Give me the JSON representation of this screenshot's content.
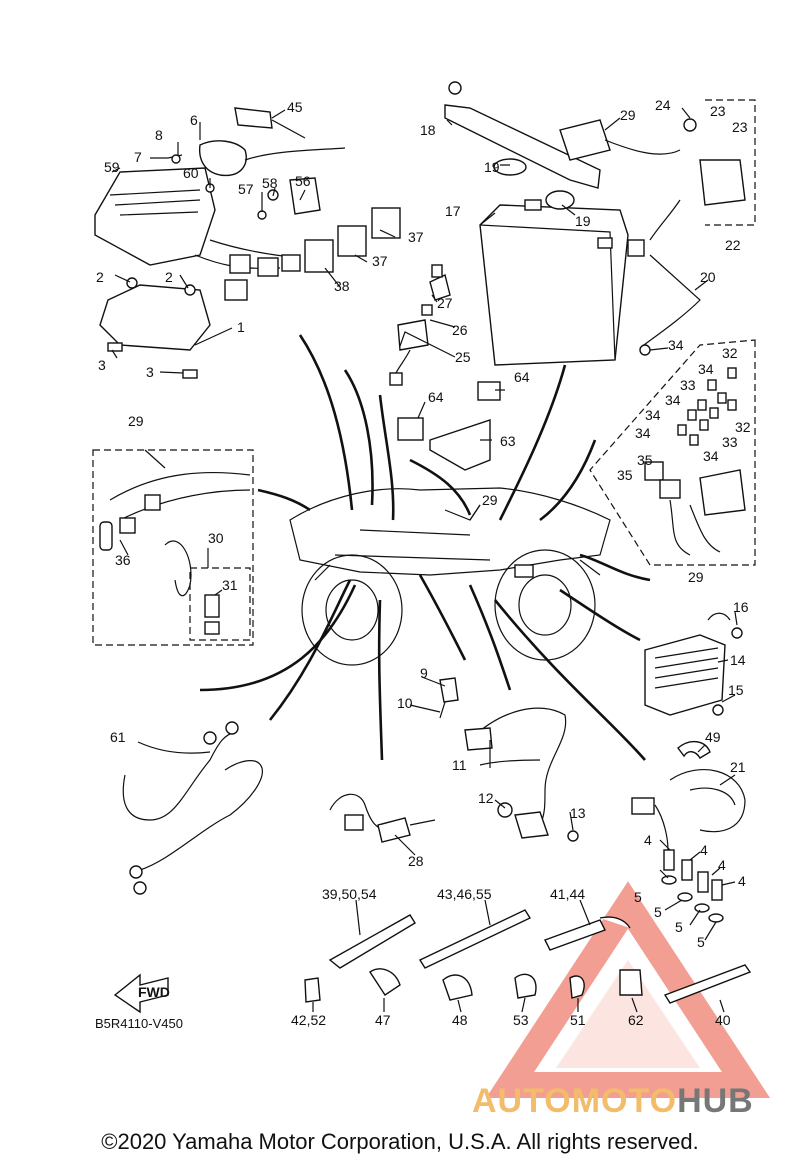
{
  "diagram": {
    "catalog_code": "B5R4110-V450",
    "fwd_label": "FWD",
    "copyright": "©2020 Yamaha Motor Corporation, U.S.A. All rights reserved.",
    "watermark": {
      "part_a": "AUTOMOTO",
      "part_b": "HUB",
      "accent_color": "#e8503a",
      "orange_color": "#f2bc6a",
      "gray_color": "#777777"
    },
    "callouts": {
      "c1": "1",
      "c2a": "2",
      "c2b": "2",
      "c3a": "3",
      "c3b": "3",
      "c4a": "4",
      "c4b": "4",
      "c4c": "4",
      "c4d": "4",
      "c5a": "5",
      "c5b": "5",
      "c5c": "5",
      "c5d": "5",
      "c6": "6",
      "c7": "7",
      "c8": "8",
      "c9": "9",
      "c10": "10",
      "c11": "11",
      "c12": "12",
      "c13": "13",
      "c14": "14",
      "c15": "15",
      "c16": "16",
      "c17": "17",
      "c18": "18",
      "c19a": "19",
      "c19b": "19",
      "c20": "20",
      "c21": "21",
      "c22": "22",
      "c23a": "23",
      "c23b": "23",
      "c24": "24",
      "c25": "25",
      "c26": "26",
      "c27": "27",
      "c28": "28",
      "c29a": "29",
      "c29b": "29",
      "c29c": "29",
      "c29d": "29",
      "c30": "30",
      "c31": "31",
      "c32a": "32",
      "c32b": "32",
      "c33a": "33",
      "c33b": "33",
      "c34a": "34",
      "c34b": "34",
      "c34c": "34",
      "c34d": "34",
      "c34e": "34",
      "c34f": "34",
      "c35a": "35",
      "c35b": "35",
      "c36": "36",
      "c37a": "37",
      "c37b": "37",
      "c38": "38",
      "c39": "39,50,54",
      "c40": "40",
      "c41": "41,44",
      "c42": "42,52",
      "c43": "43,46,55",
      "c45": "45",
      "c47": "47",
      "c48": "48",
      "c49": "49",
      "c51": "51",
      "c53": "53",
      "c56": "56",
      "c57": "57",
      "c58": "58",
      "c59": "59",
      "c60": "60",
      "c61": "61",
      "c62": "62",
      "c63": "63",
      "c64a": "64",
      "c64b": "64"
    }
  }
}
